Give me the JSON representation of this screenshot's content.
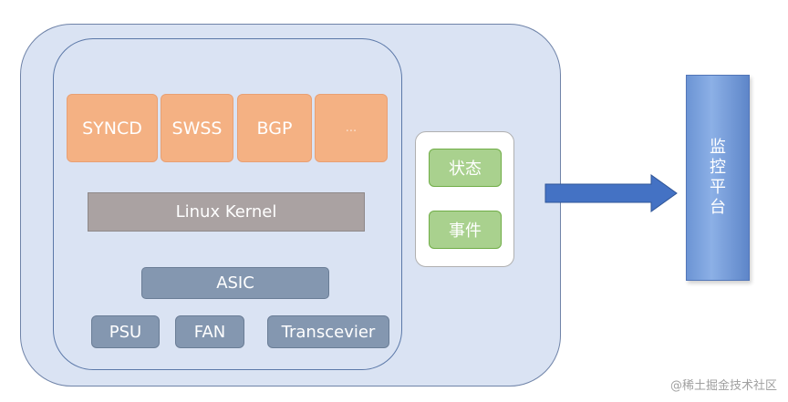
{
  "diagram": {
    "processes": [
      "SYNCD",
      "SWSS",
      "BGP",
      "..."
    ],
    "kernel_label": "Linux Kernel",
    "asic_label": "ASIC",
    "hardware": [
      "PSU",
      "FAN",
      "Transcevier"
    ],
    "status_items": [
      "状态",
      "事件"
    ],
    "monitor_label": "监控平台",
    "watermark": "@稀土掘金技术社区",
    "colors": {
      "outer_fill": "#dae3f3",
      "process_fill": "#f4b183",
      "kernel_fill": "#aaa2a2",
      "hardware_fill": "#8497b0",
      "status_fill": "#a9d18e",
      "arrow_fill": "#4472c4",
      "monitor_fill": "#7da2dd"
    },
    "icons": {
      "arrow": "right-arrow-icon"
    }
  }
}
